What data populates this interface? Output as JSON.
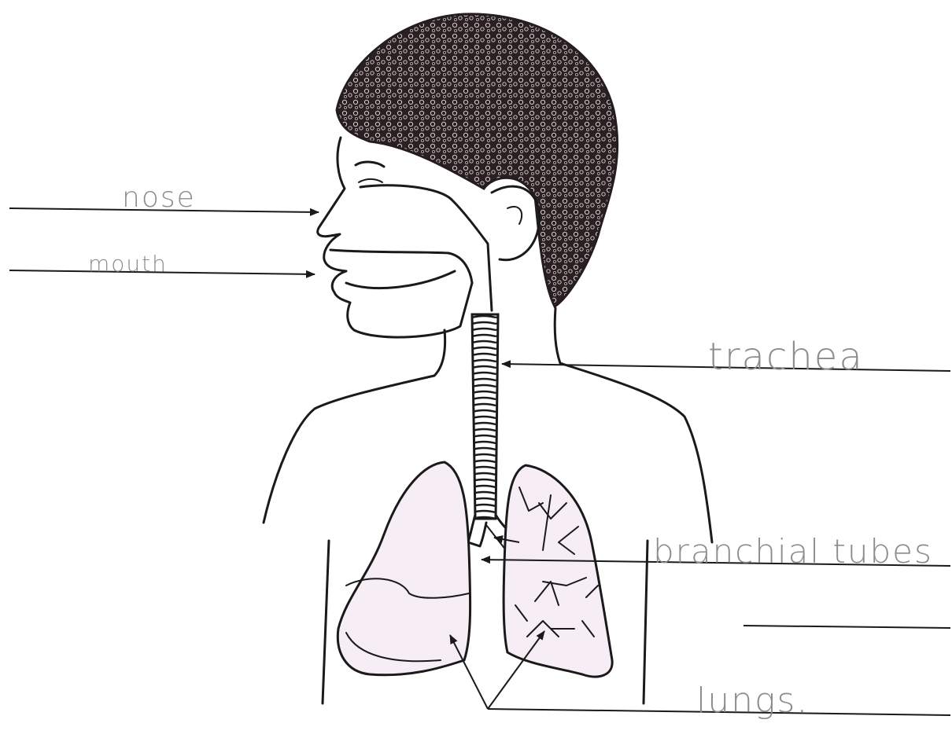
{
  "labels": {
    "nose": "nose",
    "mouth": "mouth",
    "trachea": "trachea",
    "bronchial_tubes": "branchial tubes",
    "lungs": "lungs."
  },
  "blank_label_lines": 1,
  "colors": {
    "ink": "#1a1a1a",
    "handwriting": "#8c8c8c",
    "lung_tint": "#f6eef4",
    "hair": "#241c1e",
    "background": "#ffffff"
  },
  "icons": [
    "hair-curls",
    "arrowhead"
  ]
}
